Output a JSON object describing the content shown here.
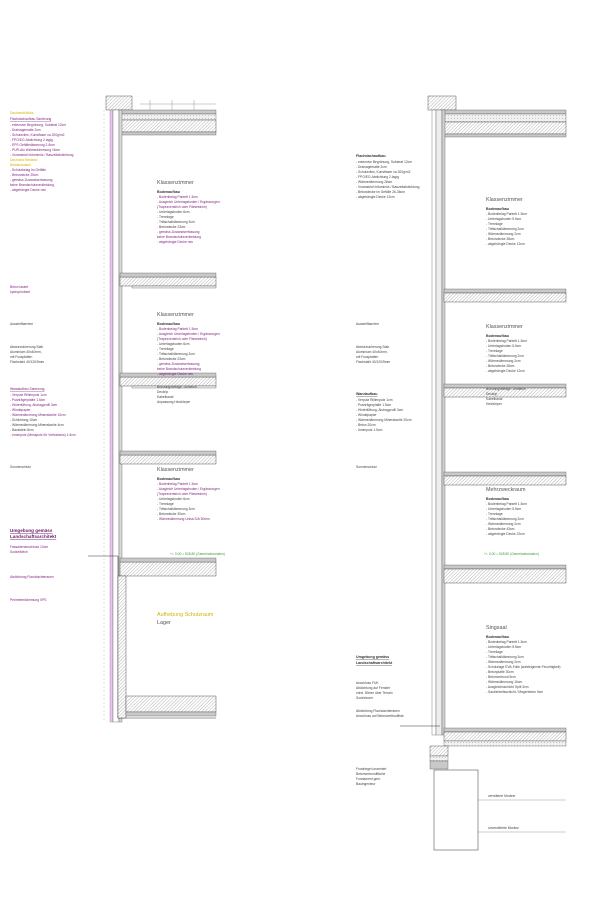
{
  "left": {
    "roof_title": "Flachdachaufbau Sanierung",
    "roof_title_alt": "Dachrand/Attika",
    "roof_items": [
      "- extensive Begrünung, Substrat 12cm",
      "- Drainagematte 2cm",
      "- Schutzvlies, Kunstfaser ca 200g/m2",
      "- FPO/EO-Abdichtung 2-lagig",
      "- EPS Gefälledämmung 2-8cm",
      "- PUR-Alu Wärmedämmung 16cm",
      "- Voranstrich bituminös / Bauzeitabdichtung"
    ],
    "roof_items_yellow": [
      "Dachrand Bestand",
      "Bestandsdach"
    ],
    "roof_items_2": [
      "- Schutzbelag im Gefälle",
      "- Betondecke 25cm",
      "- gemäss Zustandserfassung",
      "  keine Brandschutzverkleidung",
      "- abgehängte Decke neu"
    ],
    "beton_label": "Beton lasiert\nhydrophobiert",
    "beton_l1": "Beton lasiert",
    "beton_l2": "hydrophobiert",
    "aussteifung": "Aussteifbarriere",
    "absturz_l1": "Absturzsicherung Stab",
    "absturz_l2": "Aluminium 40x40mm,",
    "absturz_l3": "mit Fussplatten",
    "absturz_l4": "Flachstahl 40/120/5mm",
    "wand_title": "Wandaufbau Sanierung",
    "wand_items": [
      "- Verputz Riillenputz 1cm",
      "- Putzträgerplatte 1.5cm",
      "- Hinterlüftung, Alutragprofil 3cm",
      "- Winddpapier",
      "- Wärmedämmung Mineralwolle 10cm",
      "- Schichtung 10cm",
      "- Wärmedämmung Mineralwolle 4cm",
      "- Backstein 8cm",
      "- Innenputz (Messputz für Verbaloess) 1.5cm"
    ],
    "sonnenschutz": "Sonnenschutz",
    "umgebung_l1": "Umgebung gemäss",
    "umgebung_l2": "Landschaftsarchitekt",
    "fassade_l1": "Fassadenanschluss 10cm",
    "fassade_l2": "Sockelblech",
    "abdichtung": "Abdichtung Flachdachteranen",
    "perimeter": "Perimeterdämmung XPS",
    "level": "+/- 0.00 = 528.80 (Gemeindeschalen)",
    "rooms": [
      {
        "name": "Klassenzimmer",
        "title": "Bodenaufbau",
        "items": [
          "- Bodenbelag Parkett 1.5cm",
          "- Ausgleich Unterlagsboden / Ergänzungen",
          "  (Trapezverstrich oder Fliesestrich)",
          "- Unterlagsboden 6cm",
          "- Trennlage",
          "- Trittschalldämmung 3cm",
          "- Betondecke 23cm",
          "- gemäss Zustandserfassung",
          "  keine Brandschutzverkleidung",
          "- abgehängte Decke neu"
        ]
      },
      {
        "name": "Klassenzimmer",
        "title": "Bodenaufbau",
        "items": [
          "- Bodenbelag Parkett 1.5cm",
          "- Ausgleich Unterlagsboden / Ergänzungen",
          "  (Trapezverstrich oder Fliesestrich)",
          "- Unterlagsboden 6cm",
          "- Trennlage",
          "- Trittschalldämmung 3cm",
          "- Betondecke 23cm",
          "- gemäss Zustandserfassung",
          "  keine Brandschutzverkleidung",
          "- abgehängte Decke neu"
        ]
      },
      {
        "name": "Klassenzimmer",
        "title": "Bodenaufbau",
        "items": [
          "- Bodenbelag Parkett 1.5cm",
          "- Ausgleich Unterlagsboden / Ergänzungen",
          "  (Trapezverstrich oder Fliesestrich)",
          "- Unterlagsboden 6cm",
          "- Trennlage",
          "- Trittschalldämmung 3cm",
          "- Betondecke 30cm",
          "- Wärmedämmung Unisa S/A 50mm"
        ]
      }
    ],
    "bruest_items": [
      "Brüstungsbeläge, Linoleum",
      "Deckrip",
      "Kabelkanal",
      "Anpassung Heizkörper"
    ],
    "schutzraum_l1": "Aufhebung Schutzraum",
    "schutzraum_l2": "Lager"
  },
  "right": {
    "roof_title": "Flachdachaufbau",
    "roof_items": [
      "- extensive Begrünung, Substrat 12cm",
      "- Drainagematte 2cm",
      "- Schutzvlies, Kunstfaser ca 200g/m2",
      "- FPO/EO-Abdichtung 2-lagig",
      "- Wärmedämmung 28cm",
      "- Voranstrich bituminös / Bauzeitabdichtung",
      "- Betondecke im Gefälle 26-36cm",
      "- abgehängte Decke 12cm"
    ],
    "aussteifung": "Aussteifbarriere",
    "absturz_l1": "Absturzsicherung Stab",
    "absturz_l2": "Aluminium 40x40mm,",
    "absturz_l3": "mit Fussplatten",
    "absturz_l4": "Flachstahl 40/120/5mm",
    "wand_title": "Wandaufbau",
    "wand_items": [
      "- Verputz Riillenputz 1cm",
      "- Putzträgerplatte 1.5cm",
      "- Hinterlüftung, Alutragprofil 3cm",
      "- Winddpapier",
      "- Wärmedämmung Mineralwolle 20cm",
      "- Beton 20cm",
      "- Innenputz 1.5cm"
    ],
    "sonnenschutz": "Sonnenschutz",
    "level": "+/- 0.00 = 528.80 (Gemeindeschalen)",
    "rooms": [
      {
        "name": "Klassenzimmer",
        "title": "Bodenaufbau",
        "items": [
          "- Bodenbelag Parkett 1.5cm",
          "- Unterlagsboden 5.5cm",
          "- Trennlage",
          "- Trittschalldämmung 2cm",
          "- Wärmedämmung 2cm",
          "- Betondecke 28cm",
          "- abgehängte Decke 12cm"
        ]
      },
      {
        "name": "Klassenzimmer",
        "title": "Bodenaufbau",
        "items": [
          "- Bodenbelag Parkett 1.5cm",
          "- Unterlagsboden 5.5cm",
          "- Trennlage",
          "- Trittschalldämmung 2cm",
          "- Wärmedämmung 2cm",
          "- Betondecke 28cm",
          "- abgehängte Decke 12cm"
        ]
      },
      {
        "name": "Mehrzweckraum",
        "title": "Bodenaufbau",
        "items": [
          "- Bodenbelag Parkett 1.5cm",
          "- Unterlagsboden 5.5cm",
          "- Trennlage",
          "- Trittschalldämmung 2cm",
          "- Wärmedämmung 2cm",
          "- Betondecke 43cm",
          "- abgehängte Decke 22cm"
        ]
      },
      {
        "name": "Singsaal",
        "title": "Bodenaufbau",
        "items": [
          "- Bodenbelag Parkett 1.5cm",
          "- Unterlagsboden 5.5cm",
          "- Trennlage",
          "- Trittschalldämmung 3cm",
          "- Wärmedämmung 2cm",
          "- Schutzlage EVA-Folie (aufsteigende Feuchtigkeit)",
          "- Betonplatte 30cm",
          "- Betonverbund 5cm",
          "- Wärmedämmung 16cm",
          "- Ausgleichsschicht Split 3cm",
          "- Sauberkeitsschicht / Magerbeton 5cm"
        ]
      }
    ],
    "bruest_items": [
      "Brüstungsbeläge, Linoleum",
      "Deckrip",
      "Kabelkanal",
      "Heizkörper"
    ],
    "umgebung_l1": "Umgebung gemäss",
    "umgebung_l2": "Landschaftsarchitekt",
    "anschluss_items": [
      "Anschluss FUK",
      "Abdichtung auf Fenster",
      "mind. 80mm über Terrain",
      "Sockelzone"
    ],
    "abdichtung_l1": "Abdichtung Flachdachteranen",
    "abdichtung_l2": "Anschluss auf Betonwerlbodflste",
    "found_items": [
      "Frostriegel unarmiert",
      "Betonverbundfläche",
      "Fundament gem.",
      "Bauingenieur"
    ],
    "moraene1": "verwitterte Moräne",
    "moraene2": "unverwitterte Moräne"
  }
}
